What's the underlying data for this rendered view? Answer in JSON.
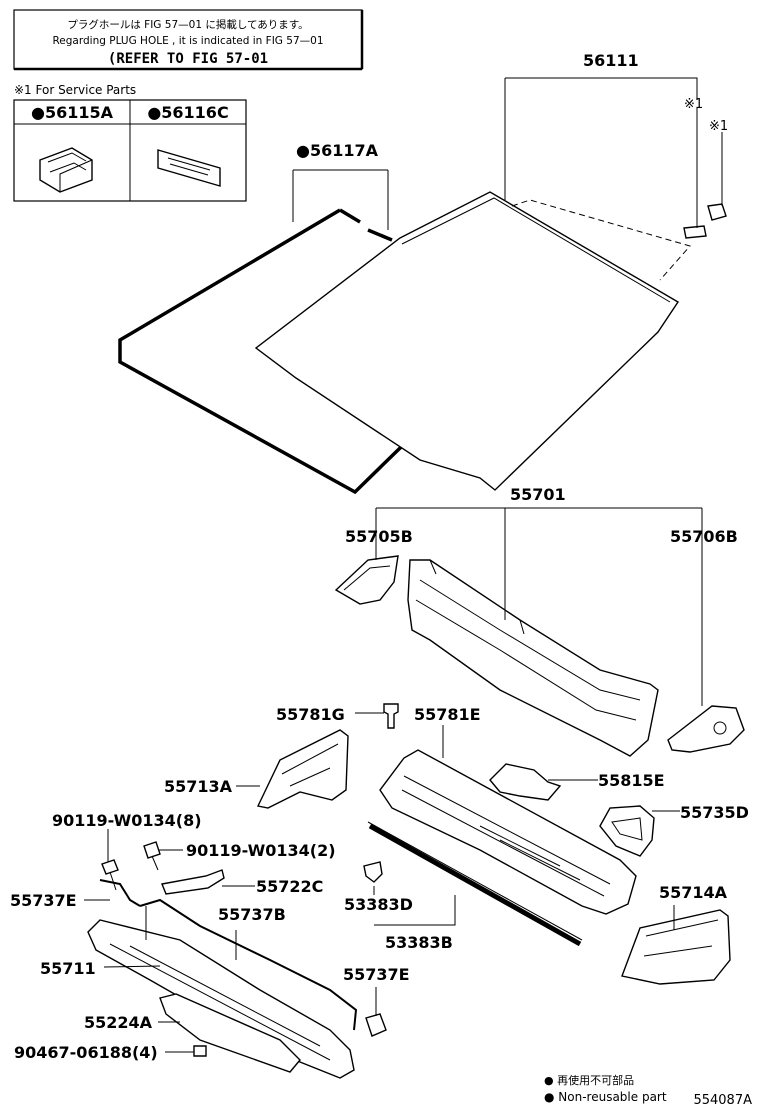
{
  "note_box": {
    "line1": "プラグホールは FIG 57—01 に掲載してあります。",
    "line2": "Regarding  PLUG  HOLE , it is indicated in  FIG  57—01",
    "line3": "(REFER TO FIG 57-01"
  },
  "service_parts": {
    "title": "※1 For Service Parts",
    "col1": "●56115A",
    "col2": "●56116C"
  },
  "labels": {
    "p56111": "56111",
    "p56117A": "●56117A",
    "mark1a": "※1",
    "mark1b": "※1",
    "p55701": "55701",
    "p55705B": "55705B",
    "p55706B": "55706B",
    "p55781G": "55781G",
    "p55781E": "55781E",
    "p55713A": "55713A",
    "p55815E": "55815E",
    "p55735D": "55735D",
    "p90119a": "90119-W0134(8)",
    "p90119b": "90119-W0134(2)",
    "p55722C": "55722C",
    "p55737E_a": "55737E",
    "p55737B": "55737B",
    "p53383D": "53383D",
    "p55714A": "55714A",
    "p53383B": "53383B",
    "p55711": "55711",
    "p55737E_b": "55737E",
    "p55224A": "55224A",
    "p90467": "90467-06188(4)"
  },
  "legend": {
    "jp": "● 再使用不可部品",
    "en": "● Non-reusable part"
  },
  "figure_id": "554087A"
}
